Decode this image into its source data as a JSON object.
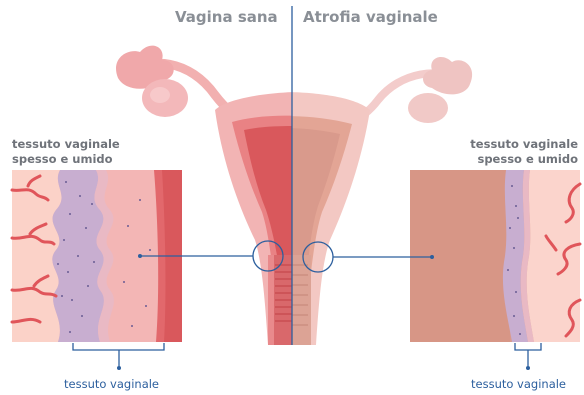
{
  "header": {
    "left_title": "Vagina sana",
    "right_title": "Atrofia vaginale"
  },
  "left_panel": {
    "label_line1": "tessuto vaginale",
    "label_line2": "spesso e umido",
    "bottom_label": "tessuto vaginale"
  },
  "right_panel": {
    "label_line1": "tessuto vaginale",
    "label_line2": "spesso e umido",
    "bottom_label": "tessuto vaginale"
  },
  "colors": {
    "accent_blue": "#2c5f9e",
    "tissue_pink": "#f2b4b4",
    "muscle_red": "#d9585c",
    "atrophy_tan": "#d99a8c",
    "vessel_red": "#e0555a",
    "mucosa_purple": "#b7a5c6"
  }
}
